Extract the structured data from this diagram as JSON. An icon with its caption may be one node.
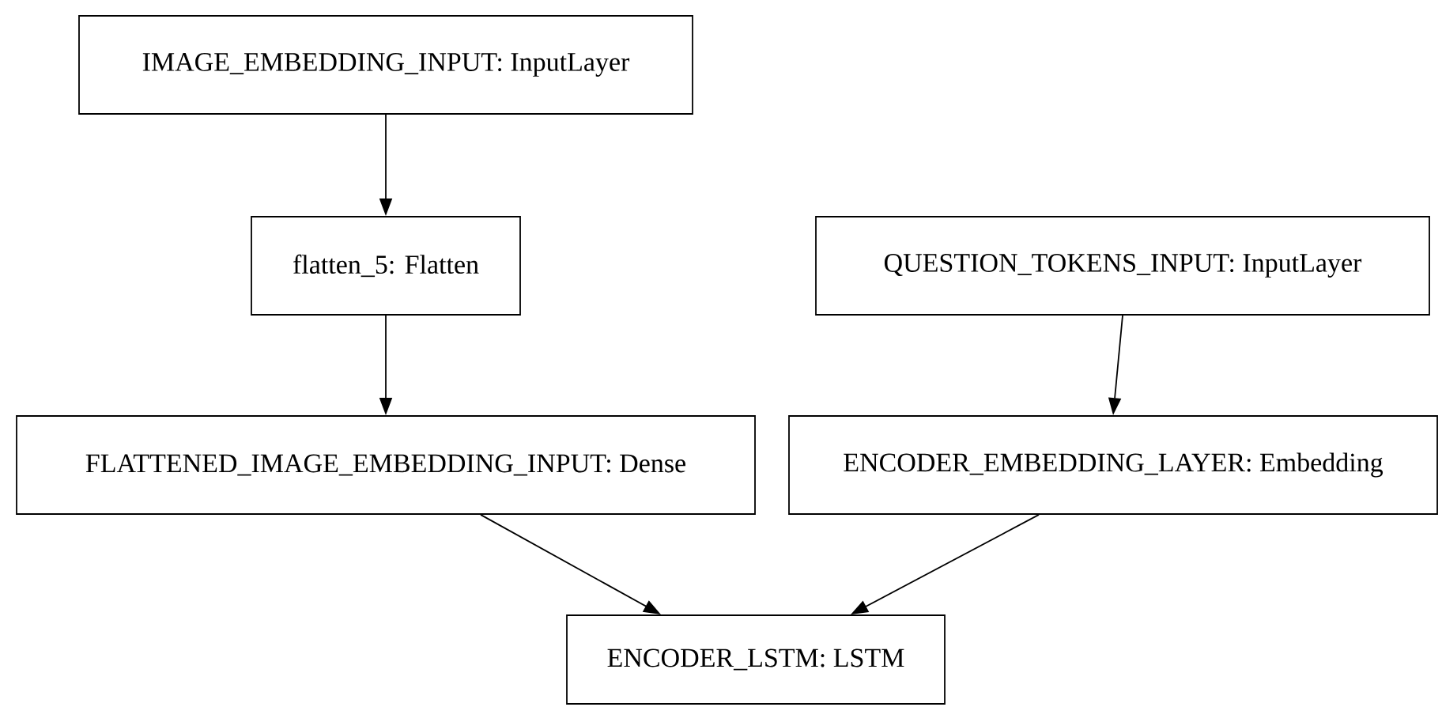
{
  "diagram": {
    "nodes": [
      {
        "text": [
          "IMAGE_EMBEDDING_INPUT: InputLayer"
        ]
      },
      {
        "text": [
          "flatten_5: Flatten"
        ]
      },
      {
        "text": [
          "QUESTION_TOKENS_INPUT: InputLayer"
        ]
      },
      {
        "text": [
          "FLATTENED_IMAGE_EMBEDDING_INPUT: Dense"
        ]
      },
      {
        "text": [
          "ENCODER_EMBEDDING_LAYER: Embedding"
        ]
      },
      {
        "text": [
          "ENCODER_LSTM: LSTM"
        ]
      }
    ],
    "edges": [
      {
        "from": 0,
        "to": 1,
        "arrow": "to"
      },
      {
        "from": 1,
        "to": 3,
        "arrow": "to"
      },
      {
        "from": 2,
        "to": 4,
        "arrow": "to"
      },
      {
        "from": 3,
        "to": 5,
        "arrow": "to"
      },
      {
        "from": 4,
        "to": 5,
        "arrow": "to"
      }
    ]
  }
}
